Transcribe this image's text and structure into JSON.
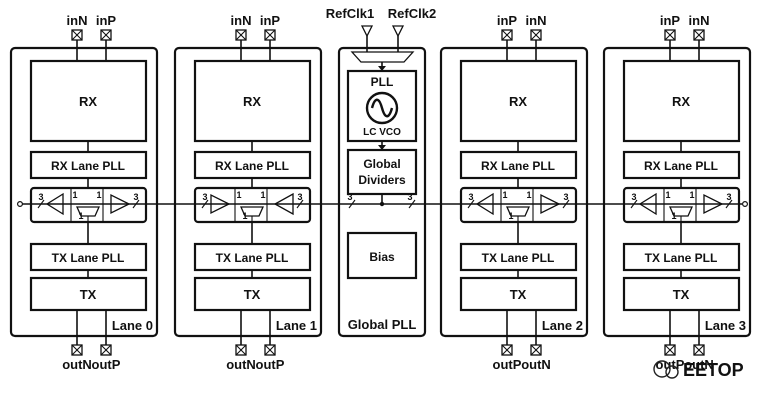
{
  "lanes": [
    {
      "rx": "RX",
      "rx_pll": "RX Lane PLL",
      "tx_pll": "TX Lane PLL",
      "tx": "TX",
      "label": "Lane 0",
      "in_left": "inN",
      "in_right": "inP",
      "out_left": "outN",
      "out_right": "outP"
    },
    {
      "rx": "RX",
      "rx_pll": "RX Lane PLL",
      "tx_pll": "TX Lane PLL",
      "tx": "TX",
      "label": "Lane 1",
      "in_left": "inN",
      "in_right": "inP",
      "out_left": "outN",
      "out_right": "outP"
    },
    {
      "rx": "RX",
      "rx_pll": "RX Lane PLL",
      "tx_pll": "TX Lane PLL",
      "tx": "TX",
      "label": "Lane 2",
      "in_left": "inP",
      "in_right": "inN",
      "out_left": "outP",
      "out_right": "outN"
    },
    {
      "rx": "RX",
      "rx_pll": "RX Lane PLL",
      "tx_pll": "TX Lane PLL",
      "tx": "TX",
      "label": "Lane 3",
      "in_left": "inP",
      "in_right": "inN",
      "out_left": "outP",
      "out_right": "outN"
    }
  ],
  "global": {
    "refclk1": "RefClk1",
    "refclk2": "RefClk2",
    "pll": "PLL",
    "vco": "LC VCO",
    "dividers_line1": "Global",
    "dividers_line2": "Dividers",
    "bias": "Bias",
    "label": "Global PLL"
  },
  "bus_width": "3",
  "tap_width": "1",
  "watermark": "EETOP"
}
